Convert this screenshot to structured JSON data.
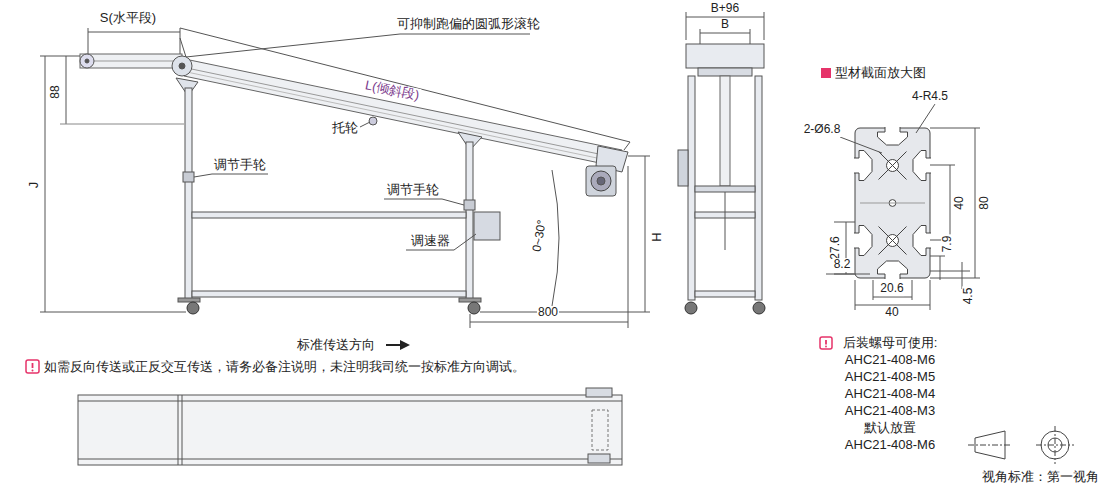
{
  "diagram": {
    "labels": [
      "S(水平段)",
      "B+96",
      "B",
      "可抑制跑偏的圆弧形滚轮",
      "L(倾斜段)",
      "88",
      "托轮",
      "J",
      "调节手轮",
      "调节手轮",
      "调速器",
      "0~30°",
      "H",
      "800",
      "标准传送方向",
      "如需反向传送或正反交互传送，请务必备注说明，未注明我司统一按标准方向调试。",
      "型材截面放大图",
      "4-R4.5",
      "2-Ø6.8",
      "40",
      "80",
      "27.6",
      "8.2",
      "20.6",
      "7.9",
      "4.5",
      "40",
      "后装螺母可使用:",
      "AHC21-408-M6",
      "AHC21-408-M5",
      "AHC21-408-M4",
      "AHC21-408-M3",
      "默认放置",
      "AHC21-408-M6",
      "视角标准：第一视角"
    ]
  }
}
